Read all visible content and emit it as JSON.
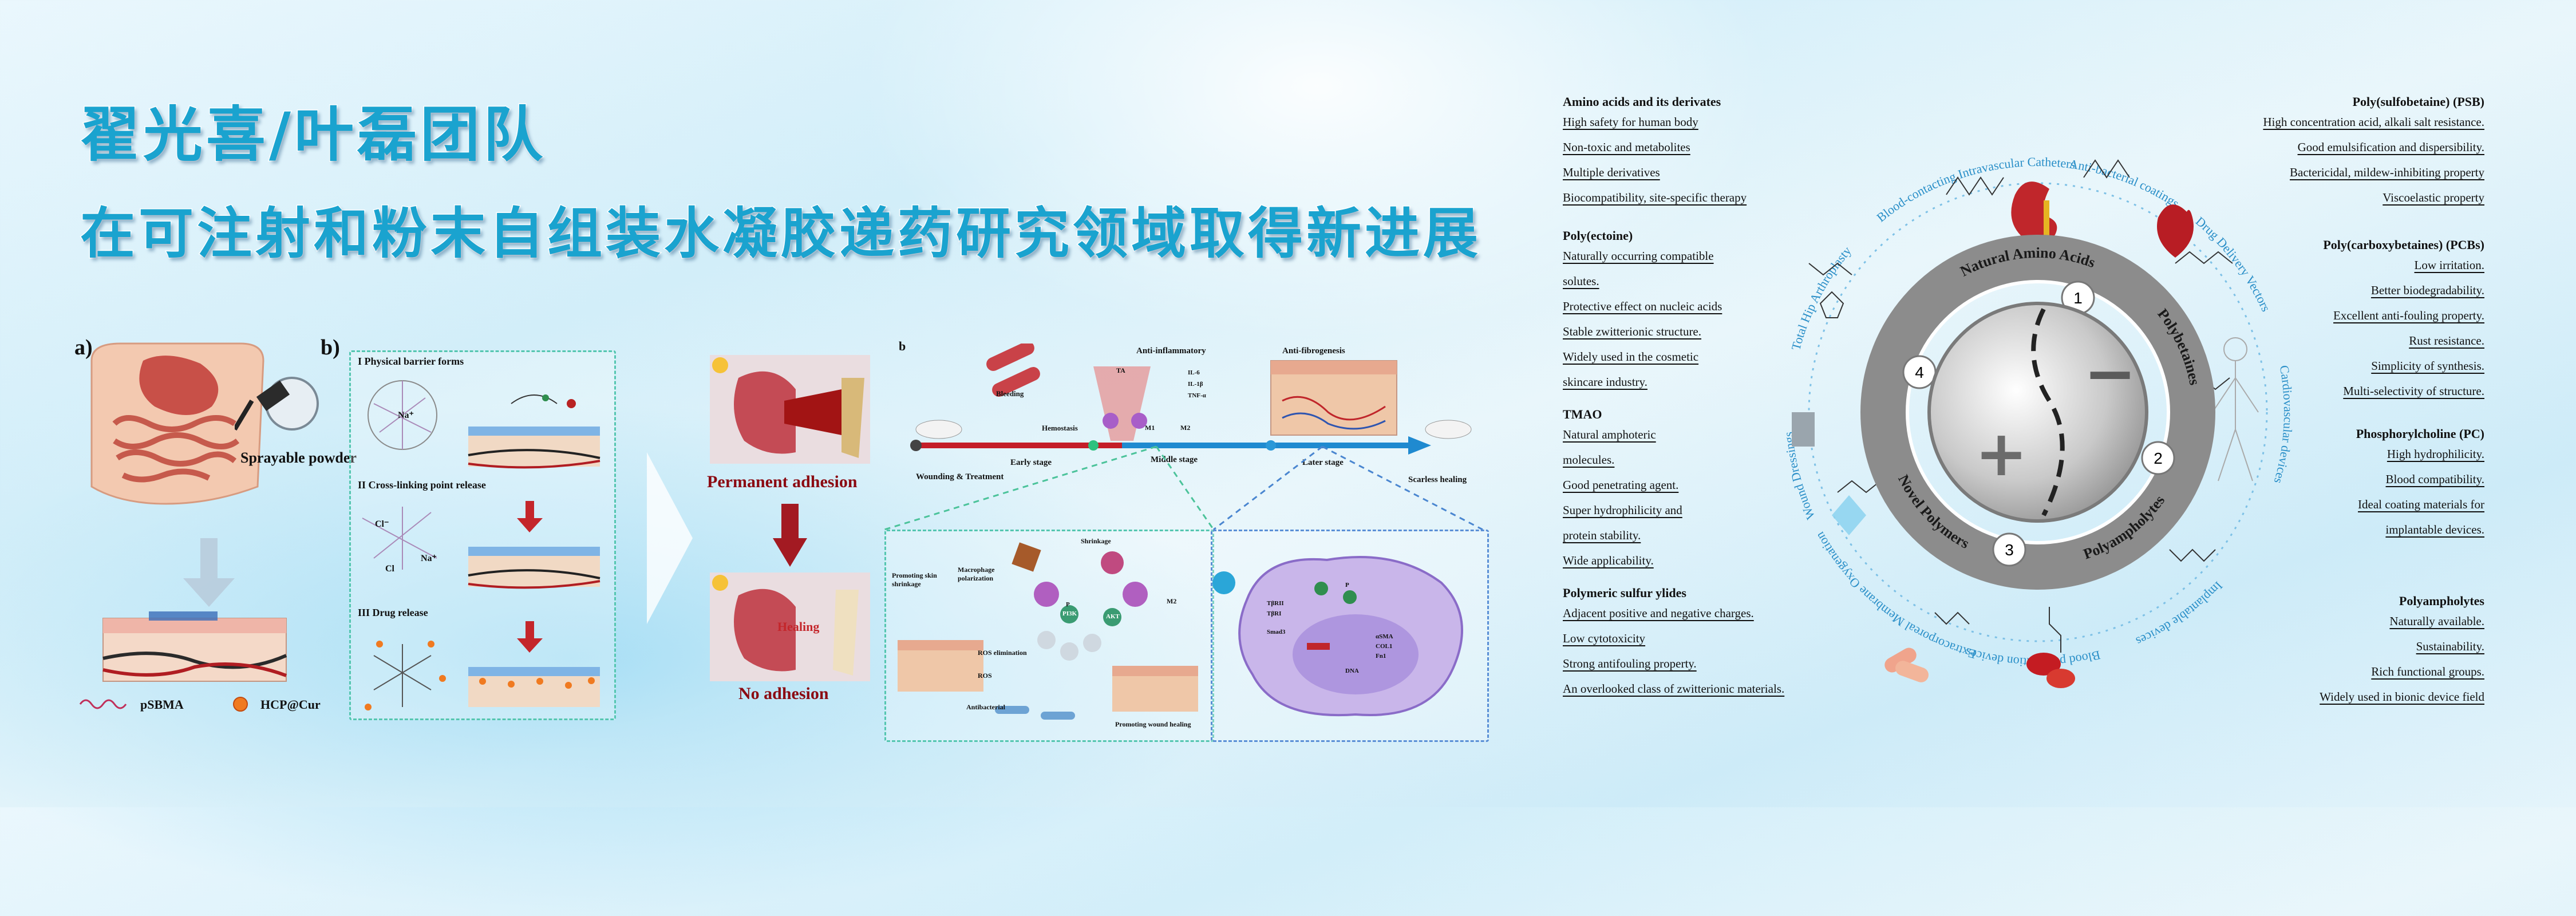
{
  "header": {
    "line1": "翟光喜/叶磊团队",
    "line2": "在可注射和粉末自组装水凝胶递药研究领域取得新进展"
  },
  "panel_a": {
    "label": "a)",
    "sprayable": "Sprayable powder",
    "legend": [
      "pSBMA",
      "HCP@Cur"
    ]
  },
  "panel_b": {
    "label": "b)",
    "steps": [
      "I  Physical barrier forms",
      "II Cross-linking point release",
      "III  Drug release"
    ],
    "ions": [
      "Na⁺",
      "Cl⁻",
      "Na⁺",
      "Cl"
    ]
  },
  "adhesion": {
    "top": "Permanent adhesion",
    "bottom": "No adhesion",
    "healing": "Healing"
  },
  "timeline": {
    "label": "b",
    "stages": [
      "Wounding & Treatment",
      "Early stage",
      "Middle stage",
      "Later stage",
      "Scarless healing"
    ],
    "top_labels": [
      "Bleeding",
      "Hemostasis",
      "Anti-inflammatory",
      "Anti-fibrogenesis",
      "TA",
      "M1",
      "M2",
      "IL-6",
      "IL-1β",
      "TNF-α"
    ],
    "mech_labels": [
      "Shrinkage",
      "Macrophage polarization",
      "Promoting skin shrinkage",
      "ROS elimination",
      "ROS",
      "Antibacterial",
      "Promoting wound healing",
      "M2",
      "PI3K",
      "AKT",
      "P"
    ],
    "cell_labels": [
      "TβRII",
      "TβRI",
      "Smad3",
      "DNA",
      "αSMA",
      "COL1",
      "Fn1",
      "P"
    ]
  },
  "left_col": [
    {
      "title": "Amino acids and its derivates",
      "items": [
        "High safety for human body",
        "Non-toxic and metabolites",
        "Multiple derivatives",
        "Biocompatibility, site-specific therapy"
      ]
    },
    {
      "title": "Poly(ectoine)",
      "items": [
        "Naturally occurring compatible",
        "solutes.",
        "Protective effect on nucleic acids",
        "Stable zwitterionic structure.",
        "Widely used in the cosmetic",
        "skincare industry."
      ]
    },
    {
      "title": "TMAO",
      "items": [
        "Natural amphoteric",
        "molecules.",
        "Good penetrating agent.",
        "Super hydrophilicity and",
        "protein stability.",
        "Wide applicability."
      ]
    },
    {
      "title": "Polymeric sulfur ylides",
      "items": [
        "Adjacent positive and negative charges.",
        "Low cytotoxicity",
        "Strong antifouling property.",
        "An overlooked class of zwitterionic materials."
      ]
    }
  ],
  "right_col": [
    {
      "title": "Poly(sulfobetaine) (PSB)",
      "items": [
        "High concentration acid, alkali salt resistance.",
        "Good emulsification and dispersibility.",
        "Bactericidal, mildew-inhibiting property",
        "Viscoelastic property"
      ]
    },
    {
      "title": "Poly(carboxybetaines) (PCBs)",
      "items": [
        "Low irritation.",
        "Better biodegradability.",
        "Excellent anti-fouling property.",
        "Rust resistance.",
        "Simplicity of synthesis.",
        "Multi-selectivity of structure."
      ]
    },
    {
      "title": "Phosphorylcholine (PC)",
      "items": [
        "High hydrophilicity.",
        "Blood compatibility.",
        "Ideal coating materials for",
        "implantable devices."
      ]
    },
    {
      "title": "Polyampholytes",
      "items": [
        "Naturally available.",
        "Sustainability.",
        "Rich functional groups.",
        "Widely used in bionic device field"
      ]
    }
  ],
  "wheel": {
    "segments": [
      "Natural Amino Acids",
      "Polybetaines",
      "Polyampholytes",
      "Novel Polymers"
    ],
    "numbers": [
      "1",
      "2",
      "3",
      "4"
    ],
    "apps": [
      "Blood purification devices",
      "Extracorporeal Membrane Oxygenation",
      "Wound Dressings",
      "Total Hip Arthroplasty",
      "Blood-contacting Intravascular Catheters",
      "Anti-bacterial coatings",
      "Drug Delivery Vectors",
      "Cardiovascular devices",
      "Implantable devices"
    ],
    "minus": "−",
    "plus": "+"
  },
  "colors": {
    "title": "#1aa3cf",
    "ring": "#8a8a8a",
    "arc_text": "#2a8fc8",
    "adhesion_text": "#8b0a12"
  }
}
